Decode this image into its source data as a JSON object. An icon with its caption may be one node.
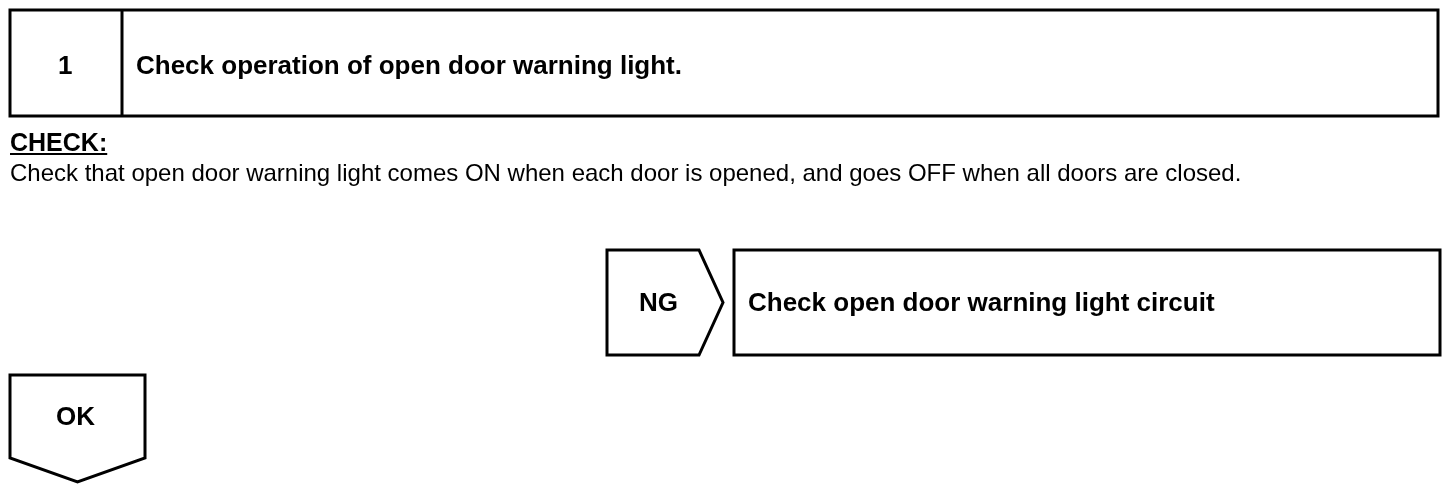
{
  "diagram": {
    "nodes": [
      {
        "text": [
          "1",
          "Check operation of open door warning light."
        ]
      },
      {
        "text": [
          "NG"
        ]
      },
      {
        "text": [
          "Check open door warning light circuit"
        ]
      },
      {
        "text": [
          "OK"
        ]
      }
    ],
    "labels": [
      "CHECK:",
      "Check that open door warning light comes ON when each door is opened, and goes OFF when all doors are closed."
    ]
  }
}
